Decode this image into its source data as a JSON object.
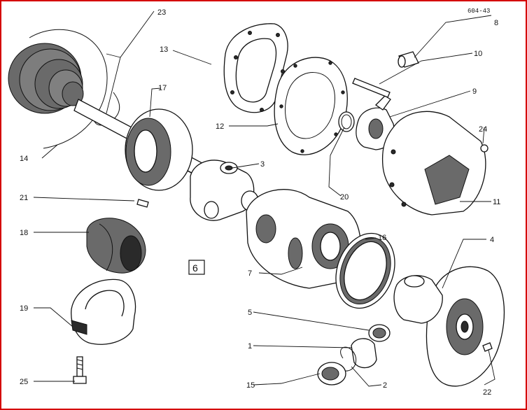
{
  "diagram": {
    "drawing_ref": "604-43",
    "figure_number": "6",
    "callouts": [
      "1",
      "2",
      "3",
      "4",
      "5",
      "7",
      "8",
      "9",
      "10",
      "11",
      "12",
      "13",
      "14",
      "15",
      "16",
      "17",
      "18",
      "19",
      "20",
      "21",
      "22",
      "23",
      "24",
      "25"
    ]
  },
  "colors": {
    "frame": "#d40000",
    "ink": "#111111"
  }
}
